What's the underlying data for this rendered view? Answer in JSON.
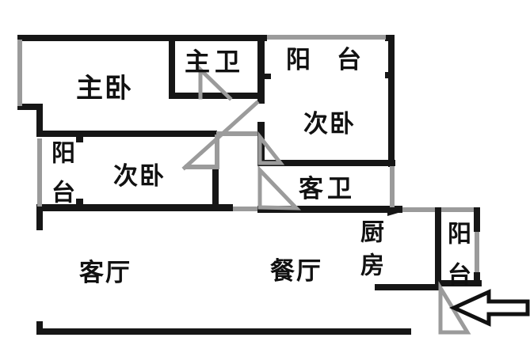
{
  "title": "apartment-floor-plan",
  "rooms": [
    {
      "id": "master-bedroom",
      "label": "主卧"
    },
    {
      "id": "master-bath",
      "label": "主卫"
    },
    {
      "id": "balcony-north",
      "label": "阳台"
    },
    {
      "id": "bedroom-north",
      "label": "次卧"
    },
    {
      "id": "balcony-west",
      "label": "阳台"
    },
    {
      "id": "bedroom-west",
      "label": "次卧"
    },
    {
      "id": "guest-bath",
      "label": "客卫"
    },
    {
      "id": "living-room",
      "label": "客厅"
    },
    {
      "id": "dining-room",
      "label": "餐厅"
    },
    {
      "id": "kitchen",
      "label": "厨房"
    },
    {
      "id": "balcony-east",
      "label": "阳台"
    }
  ],
  "icons": {
    "entrance_arrow": "arrow-pointing-left-to-entrance-door"
  },
  "colors": {
    "wall": "#161616",
    "window_and_door": "#9b9b9b",
    "background": "#ffffff",
    "text": "#111111",
    "arrow_fill": "#ffffff",
    "arrow_outline": "#111111"
  }
}
